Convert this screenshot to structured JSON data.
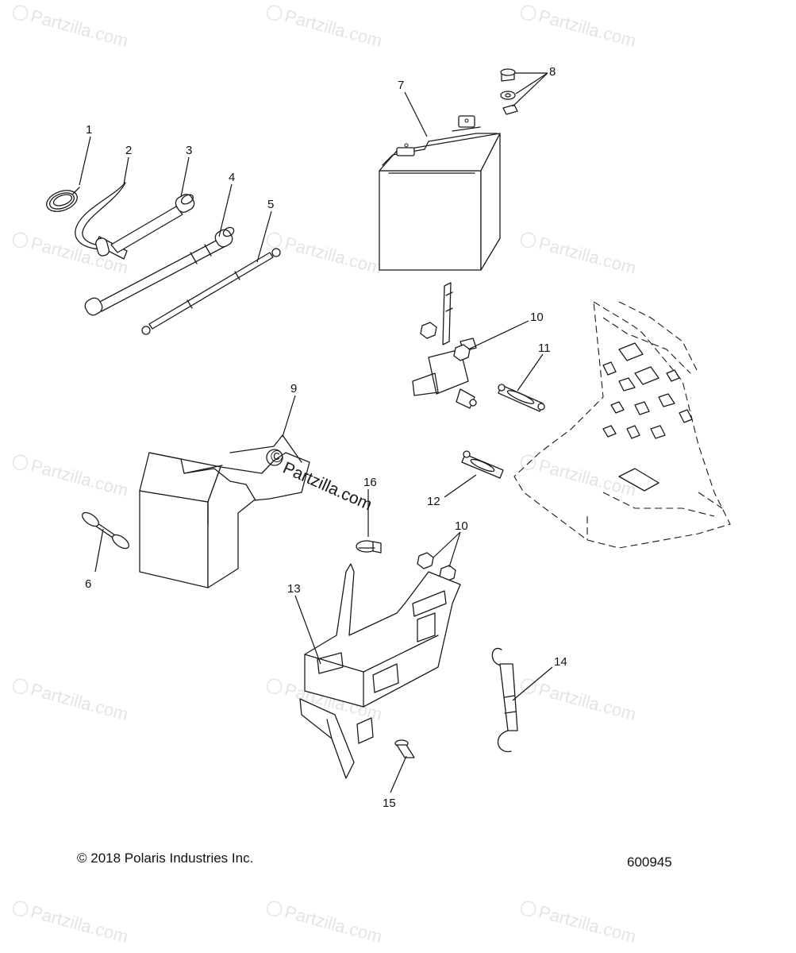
{
  "watermark": {
    "text": "Partzilla.com",
    "symbol": "©"
  },
  "callouts": [
    {
      "id": "1",
      "label": "1"
    },
    {
      "id": "2",
      "label": "2"
    },
    {
      "id": "3",
      "label": "3"
    },
    {
      "id": "4",
      "label": "4"
    },
    {
      "id": "5",
      "label": "5"
    },
    {
      "id": "6",
      "label": "6"
    },
    {
      "id": "7",
      "label": "7"
    },
    {
      "id": "8",
      "label": "8"
    },
    {
      "id": "9",
      "label": "9"
    },
    {
      "id": "10a",
      "label": "10"
    },
    {
      "id": "10b",
      "label": "10"
    },
    {
      "id": "11",
      "label": "11"
    },
    {
      "id": "12",
      "label": "12"
    },
    {
      "id": "13",
      "label": "13"
    },
    {
      "id": "14",
      "label": "14"
    },
    {
      "id": "15",
      "label": "15"
    },
    {
      "id": "16",
      "label": "16"
    }
  ],
  "center_watermark": "Partzilla.com",
  "copyright": "© 2018 Polaris Industries Inc.",
  "diagram_id": "600945"
}
